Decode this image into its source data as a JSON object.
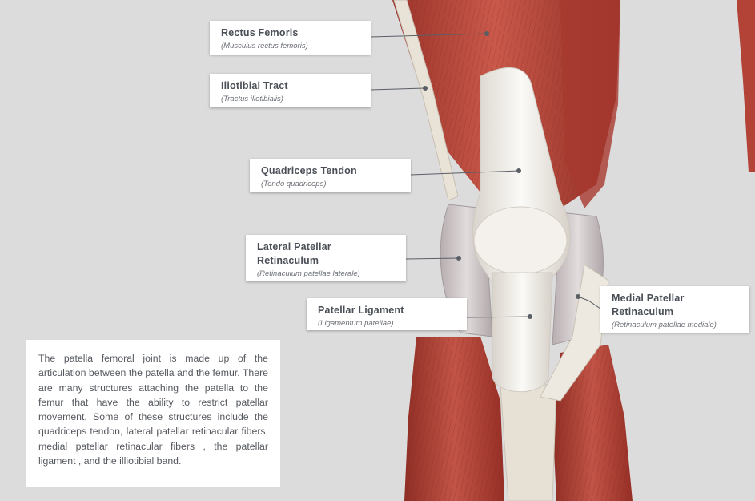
{
  "labels": {
    "rectus_femoris": {
      "title": "Rectus Femoris",
      "latin": "(Musculus rectus femoris)"
    },
    "iliotibial_tract": {
      "title": "Iliotibial Tract",
      "latin": "(Tractus iliotibialis)"
    },
    "quadriceps_tendon": {
      "title": "Quadriceps Tendon",
      "latin": "(Tendo quadriceps)"
    },
    "lateral_patellar_retinaculum": {
      "title": "Lateral Patellar Retinaculum",
      "latin": "(Retinaculum patellae laterale)"
    },
    "patellar_ligament": {
      "title": "Patellar Ligament",
      "latin": "(Ligamentum patellae)"
    },
    "medial_patellar_retinaculum": {
      "title": "Medial Patellar Retinaculum",
      "latin": "(Retinaculum patellae mediale)"
    }
  },
  "info": {
    "text": "The patella femoral joint is made up of the articulation between the patella and the femur. There are many structures attaching the patella to the femur that have the ability to restrict patellar movement. Some of these structures include the quadriceps tendon, lateral patellar retinacular fibers, medial patellar retinacular fibers , the patellar ligament , and the illiotibial band."
  },
  "colors": {
    "background": "#dcdcdc",
    "muscle": "#b8453a",
    "tendon": "#f2efe9",
    "retinaculum": "#cfc8c8",
    "leader_line": "#5a5f66"
  }
}
